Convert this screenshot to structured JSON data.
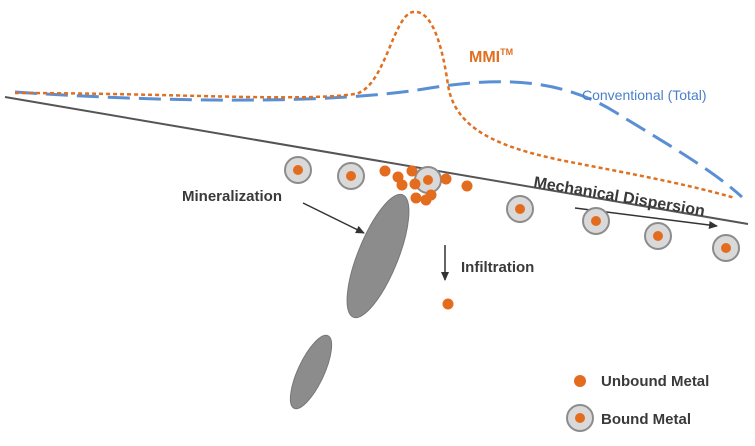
{
  "labels": {
    "mmi": "MMI",
    "mmi_tm": "TM",
    "conventional": "Conventional (Total)",
    "mechanical_dispersion": "Mechanical Dispersion",
    "mineralization": "Mineralization",
    "infiltration": "Infiltration"
  },
  "legend": {
    "unbound": "Unbound Metal",
    "bound": "Bound Metal"
  },
  "colors": {
    "mmi_curve": "#e07020",
    "conventional_curve": "#5b8fd4",
    "metal": "#e36c1e",
    "bound_ring_fill": "#d9d9d9",
    "bound_ring_stroke": "#8c8c8c",
    "orebody": "#8c8c8c",
    "ground_line": "#555555",
    "text": "#3a3a3a"
  }
}
